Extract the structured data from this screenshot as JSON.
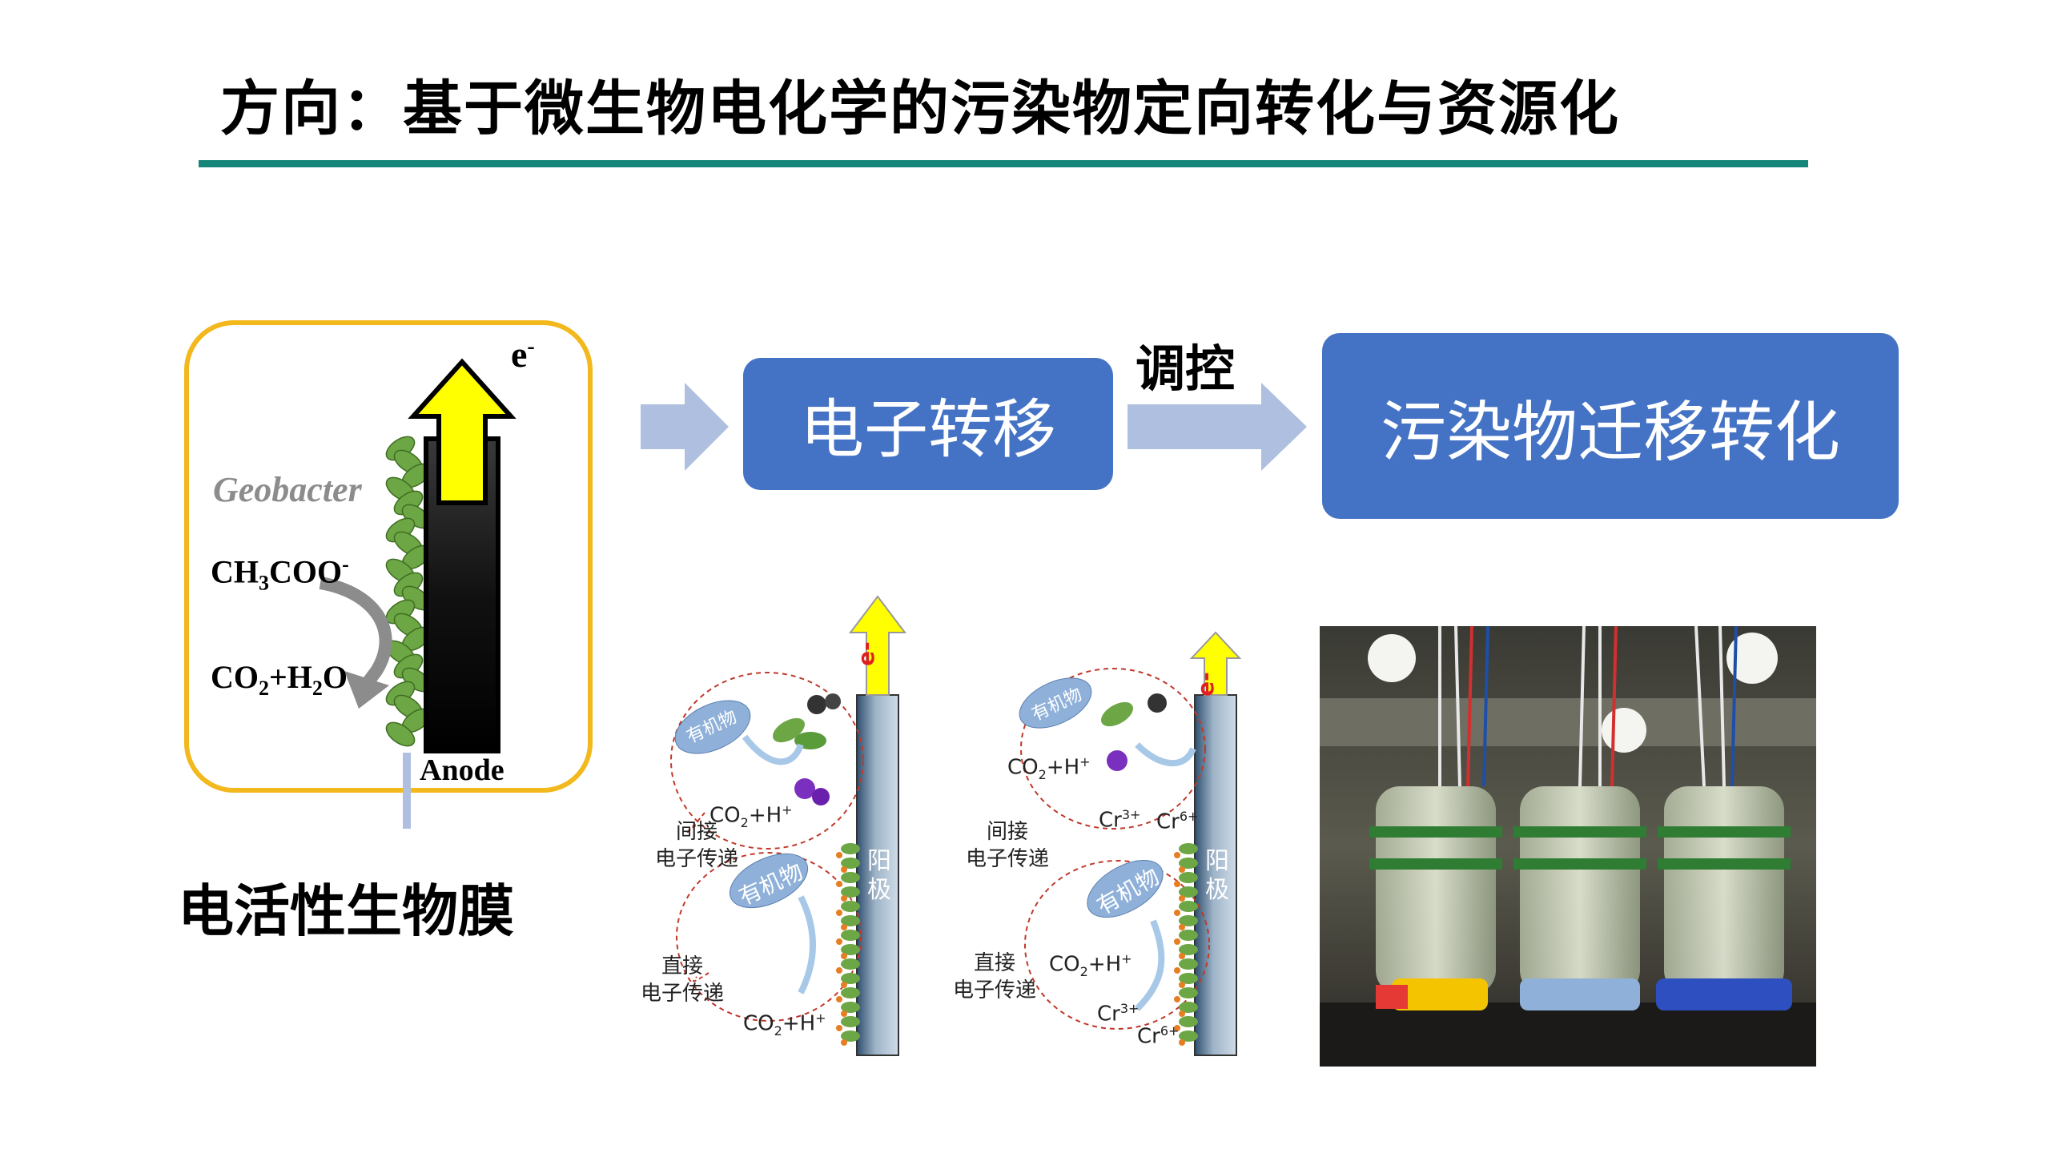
{
  "title": "方向：基于微生物电化学的污染物定向转化与资源化",
  "colors": {
    "accent_rule": "#17867A",
    "box_fill": "#4472C4",
    "arrow_fill": "#AFBFE0",
    "frame_border": "#F2B81C",
    "electron_arrow": "#FFFF00",
    "biofilm_green": "#6DA644",
    "electron_red": "#E02020"
  },
  "biofilm_panel": {
    "electron": "e",
    "electron_sup": "-",
    "organism": "Geobacter",
    "substrate": {
      "a": "CH",
      "b": "3",
      "c": "COO",
      "d": "-"
    },
    "products": {
      "a": "CO",
      "b": "2",
      "c": "+H",
      "d": "2",
      "e": "O"
    },
    "anode": "Anode",
    "label": "电活性生物膜"
  },
  "flow": {
    "step1": "电子转移",
    "control": "调控",
    "step2": "污染物迁移转化"
  },
  "mech_left": {
    "organic1": "有机物",
    "organic2": "有机物",
    "electron": "e-",
    "anode": [
      "阳",
      "极"
    ],
    "indirect": [
      "间接",
      "电子传递"
    ],
    "direct": [
      "直接",
      "电子传递"
    ],
    "co2_top": {
      "a": "CO",
      "b": "2",
      "c": "+H",
      "d": "+"
    },
    "co2_bottom": {
      "a": "CO",
      "b": "2",
      "c": "+H",
      "d": "+"
    }
  },
  "mech_right": {
    "organic1": "有机物",
    "organic2": "有机物",
    "electron": "e-",
    "anode": [
      "阳",
      "极"
    ],
    "indirect": [
      "间接",
      "电子传递"
    ],
    "direct": [
      "直接",
      "电子传递"
    ],
    "co2_top": {
      "a": "CO",
      "b": "2",
      "c": "+H",
      "d": "+"
    },
    "co2_mid": {
      "a": "CO",
      "b": "2",
      "c": "+H",
      "d": "+"
    },
    "cr3_top": {
      "a": "Cr",
      "b": "3+"
    },
    "cr6_top": {
      "a": "Cr",
      "b": "6+"
    },
    "cr3_bottom": {
      "a": "Cr",
      "b": "3+"
    },
    "cr6_bottom": {
      "a": "Cr",
      "b": "6+"
    }
  }
}
